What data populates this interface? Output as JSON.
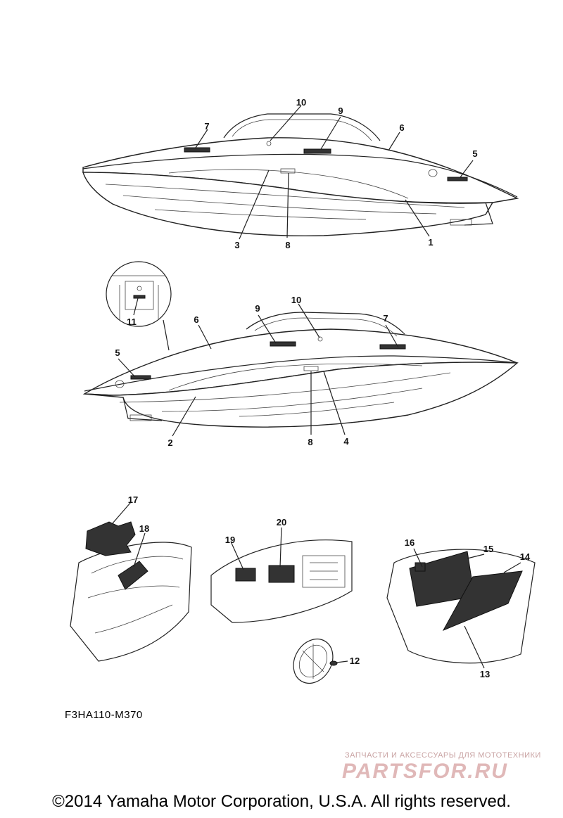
{
  "diagram": {
    "callouts": [
      "1",
      "2",
      "3",
      "4",
      "5",
      "6",
      "7",
      "8",
      "9",
      "10",
      "11",
      "12",
      "13",
      "14",
      "15",
      "16",
      "17",
      "18",
      "19",
      "20"
    ],
    "figure_code": "F3HA110-M370"
  },
  "watermark": {
    "tagline": "ЗАПЧАСТИ И АКСЕССУАРЫ ДЛЯ МОТОТЕХНИКИ",
    "brand": "PARTSFOR.RU"
  },
  "footer": {
    "copyright": "©2014 Yamaha Motor Corporation, U.S.A. All rights reserved."
  }
}
